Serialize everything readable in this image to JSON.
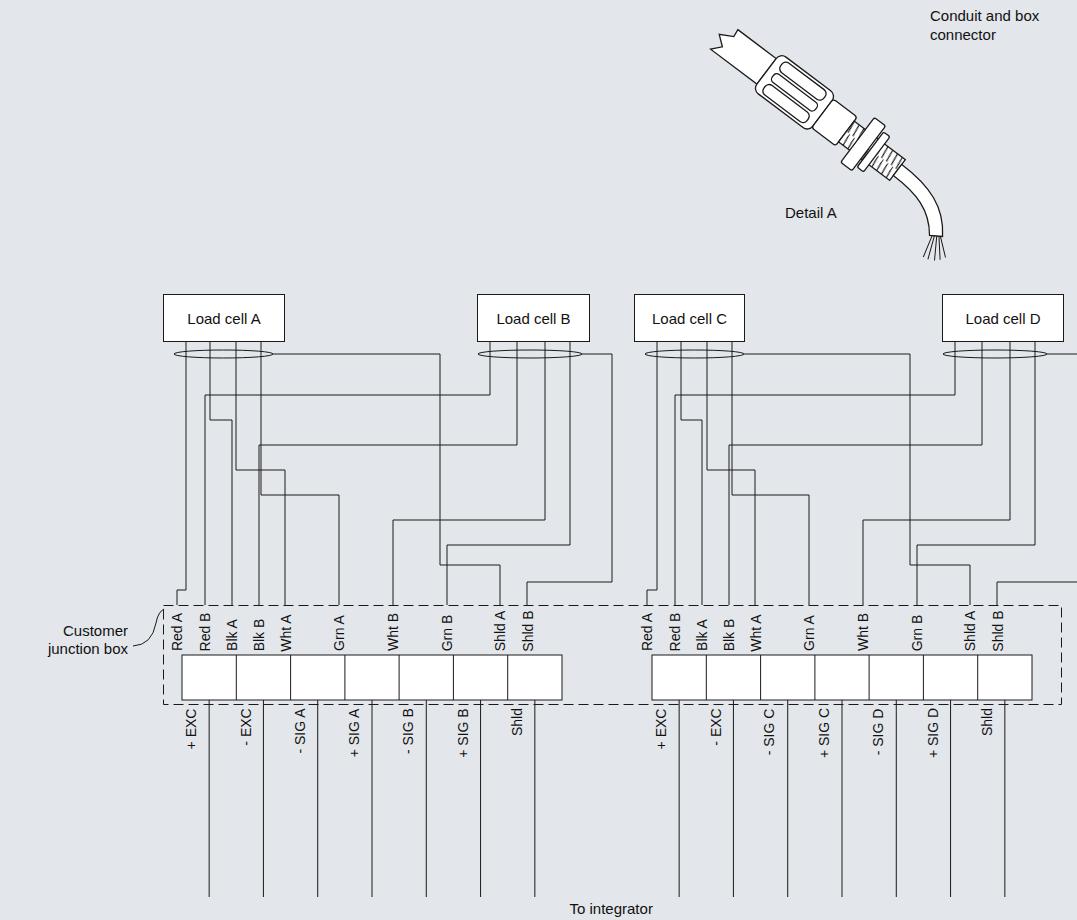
{
  "diagram": {
    "nodes": [
      {
        "text": [
          "Load cell A"
        ]
      },
      {
        "text": [
          "Load cell B"
        ]
      },
      {
        "text": [
          "Load cell C"
        ]
      },
      {
        "text": [
          "Load cell D"
        ]
      },
      {
        "text": [
          "Customer junction box"
        ]
      }
    ],
    "edges": [
      {
        "from": 0,
        "to": 4,
        "arrow": "none"
      },
      {
        "from": 1,
        "to": 4,
        "arrow": "none"
      },
      {
        "from": 2,
        "to": 4,
        "arrow": "none"
      },
      {
        "from": 3,
        "to": 4,
        "arrow": "none"
      }
    ],
    "labels": [
      "Conduit and box connector",
      "Detail A",
      "Red A",
      "Red B",
      "Blk A",
      "Blk B",
      "Wht A",
      "Grn A",
      "Wht B",
      "Grn B",
      "Shld A",
      "Shld B",
      "Red A",
      "Red B",
      "Blk A",
      "Blk B",
      "Wht A",
      "Grn A",
      "Wht B",
      "Grn B",
      "Shld A",
      "Shld B",
      "+ EXC",
      "- EXC",
      "- SIG A",
      "+ SIG A",
      "- SIG B",
      "+ SIG B",
      "Shld",
      "+ EXC",
      "- EXC",
      "- SIG C",
      "+ SIG C",
      "- SIG D",
      "+ SIG D",
      "Shld",
      "To integrator"
    ]
  }
}
